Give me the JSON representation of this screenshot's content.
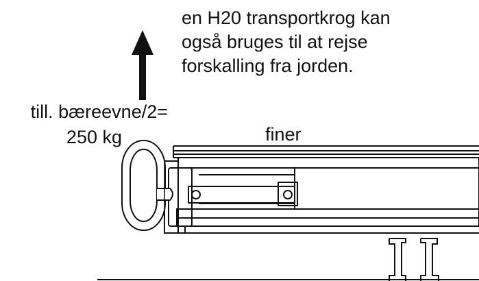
{
  "annotation": {
    "lines": [
      "en H20 transportkrog kan",
      "også bruges til at rejse",
      "forskalling fra jorden."
    ]
  },
  "load_label": {
    "line1": "till. bæreevne/2=",
    "line2": "250 kg"
  },
  "plywood_label": "finer",
  "colors": {
    "ink": "#111111",
    "background": "#ffffff"
  },
  "icons": {
    "lift_arrow": "arrow-up-icon",
    "hook": "transport-hook-icon"
  }
}
